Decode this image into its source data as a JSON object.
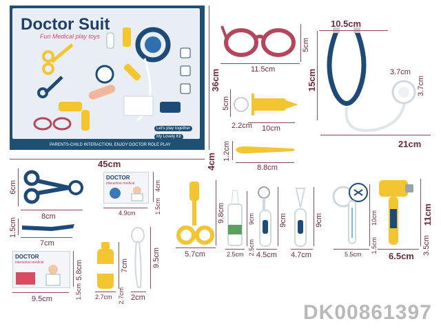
{
  "box": {
    "brand": "Doctor Suit",
    "tagline": "Fun Medical play toys",
    "banner_1": "Let's play together",
    "banner_2": "My Lovely Kit",
    "footer": "PARENTS-CHILD INTERACTION, ENJOY DOCTOR ROLE PLAY"
  },
  "cards": {
    "title": "DOCTOR",
    "subtitle": "interactive medical"
  },
  "dimensions": {
    "box_width": "45cm",
    "box_height": "36cm",
    "box_depth": "4cm",
    "glasses_width": "11.5cm",
    "glasses_height": "5cm",
    "stetho_top": "10.5cm",
    "stetho_height": "15cm",
    "stetho_chest_a": "3.7cm",
    "stetho_chest_b": "3.7cm",
    "stetho_length": "21cm",
    "syringe_height": "5cm",
    "syringe_width": "10cm",
    "syringe_side": "2.2cm",
    "stick_height": "1.2cm",
    "stick_width": "8.8cm",
    "scissors_height": "6cm",
    "scissors_width": "8cm",
    "card1_width": "4.9cm",
    "card1_height": "4cm",
    "card1_depth": "1.5cm",
    "knife_height": "1.5cm",
    "knife_width": "7cm",
    "card2_height": "5.8cm",
    "card2_width": "9.5cm",
    "card2_depth": "1.5cm",
    "bottle_height": "7cm",
    "bottle_width": "2.7cm",
    "bottle_depth": "2.7cm",
    "spoon_height": "9.5cm",
    "spoon_width": "2cm",
    "scissors2_height": "9.8cm",
    "scissors2_width": "5.7cm",
    "vial_height": "9cm",
    "vial_width": "2.5cm",
    "vial_depth": "2.5cm",
    "mirror_height": "9cm",
    "mirror_width": "4.5cm",
    "tweezer_height": "9cm",
    "tweezer_width": "4.7cm",
    "thermo_height": "10cm",
    "thermo_width": "5.5cm",
    "thermo_depth": "1.5cm",
    "hammer_height": "11cm",
    "hammer_width": "6.5cm",
    "hammer_depth": "3.5cm"
  },
  "product_code": "DK00861397",
  "colors": {
    "box_navy": "#1f4f73",
    "stetho_navy": "#1e4a78",
    "glasses": "#b3465c",
    "yellow": "#f3c531",
    "dim_text": "#6b2a3a"
  }
}
